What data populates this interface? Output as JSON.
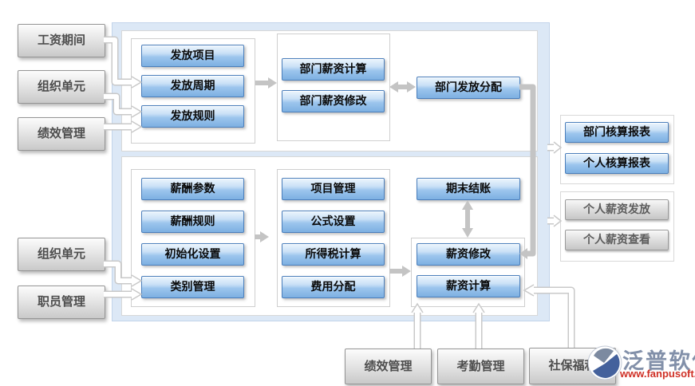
{
  "left_inputs": {
    "salary_period": "工资期间",
    "org_unit": "组织单元",
    "performance": "绩效管理",
    "org_unit2": "组织单元",
    "staff_mgmt": "职员管理"
  },
  "top_flow": {
    "payout_items": "发放项目",
    "payout_cycle": "发放周期",
    "payout_rules": "发放规则",
    "dept_salary_calc": "部门薪资计算",
    "dept_salary_edit": "部门薪资修改",
    "dept_payout_allocation": "部门发放分配"
  },
  "bottom_flow": {
    "salary_params": "薪酬参数",
    "salary_rules": "薪酬规则",
    "init_settings": "初始化设置",
    "category_mgmt": "类别管理",
    "item_mgmt": "项目管理",
    "formula_settings": "公式设置",
    "income_tax_calc": "所得税计算",
    "expense_allocation": "费用分配",
    "period_end_closing": "期末结账",
    "salary_edit": "薪资修改",
    "salary_calc": "薪资计算"
  },
  "right_outputs": {
    "dept_report": "部门核算报表",
    "personal_report": "个人核算报表",
    "personal_payout": "个人薪资发放",
    "personal_view": "个人薪资查看"
  },
  "bottom_inputs": {
    "performance": "绩效管理",
    "attendance": "考勤管理",
    "social_security": "社保福利"
  },
  "logo": {
    "brand": "泛普软件",
    "website": "www.fanpusoft.com"
  },
  "colors": {
    "node_blue": "#7db0e2",
    "node_blue_border": "#4a7ebb",
    "container_blue": "#dce8f6",
    "arrow_gray": "#c4c4c4",
    "logo_text": "#8290a9",
    "logo_url": "#cf3026"
  }
}
